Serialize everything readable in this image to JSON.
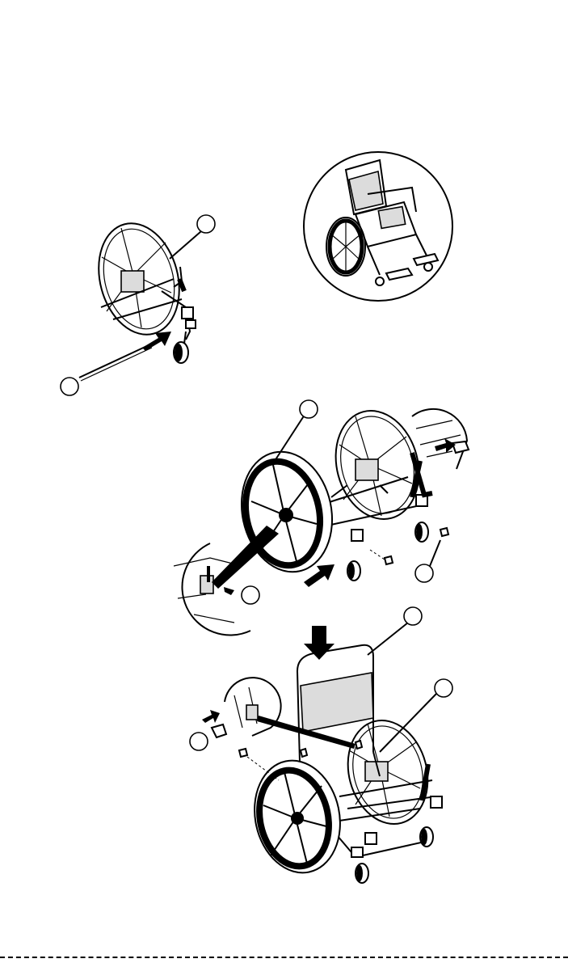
{
  "callouts": [
    {
      "id": "callout-1",
      "text": ""
    },
    {
      "id": "callout-2",
      "text": ""
    },
    {
      "id": "callout-3",
      "text": ""
    },
    {
      "id": "callout-4",
      "text": ""
    },
    {
      "id": "callout-5",
      "text": ""
    },
    {
      "id": "callout-6",
      "text": ""
    },
    {
      "id": "callout-7",
      "text": ""
    },
    {
      "id": "callout-8",
      "text": ""
    }
  ],
  "colors": {
    "ink": "#000000",
    "paper": "#ffffff",
    "shade": "#dcdcdc"
  }
}
